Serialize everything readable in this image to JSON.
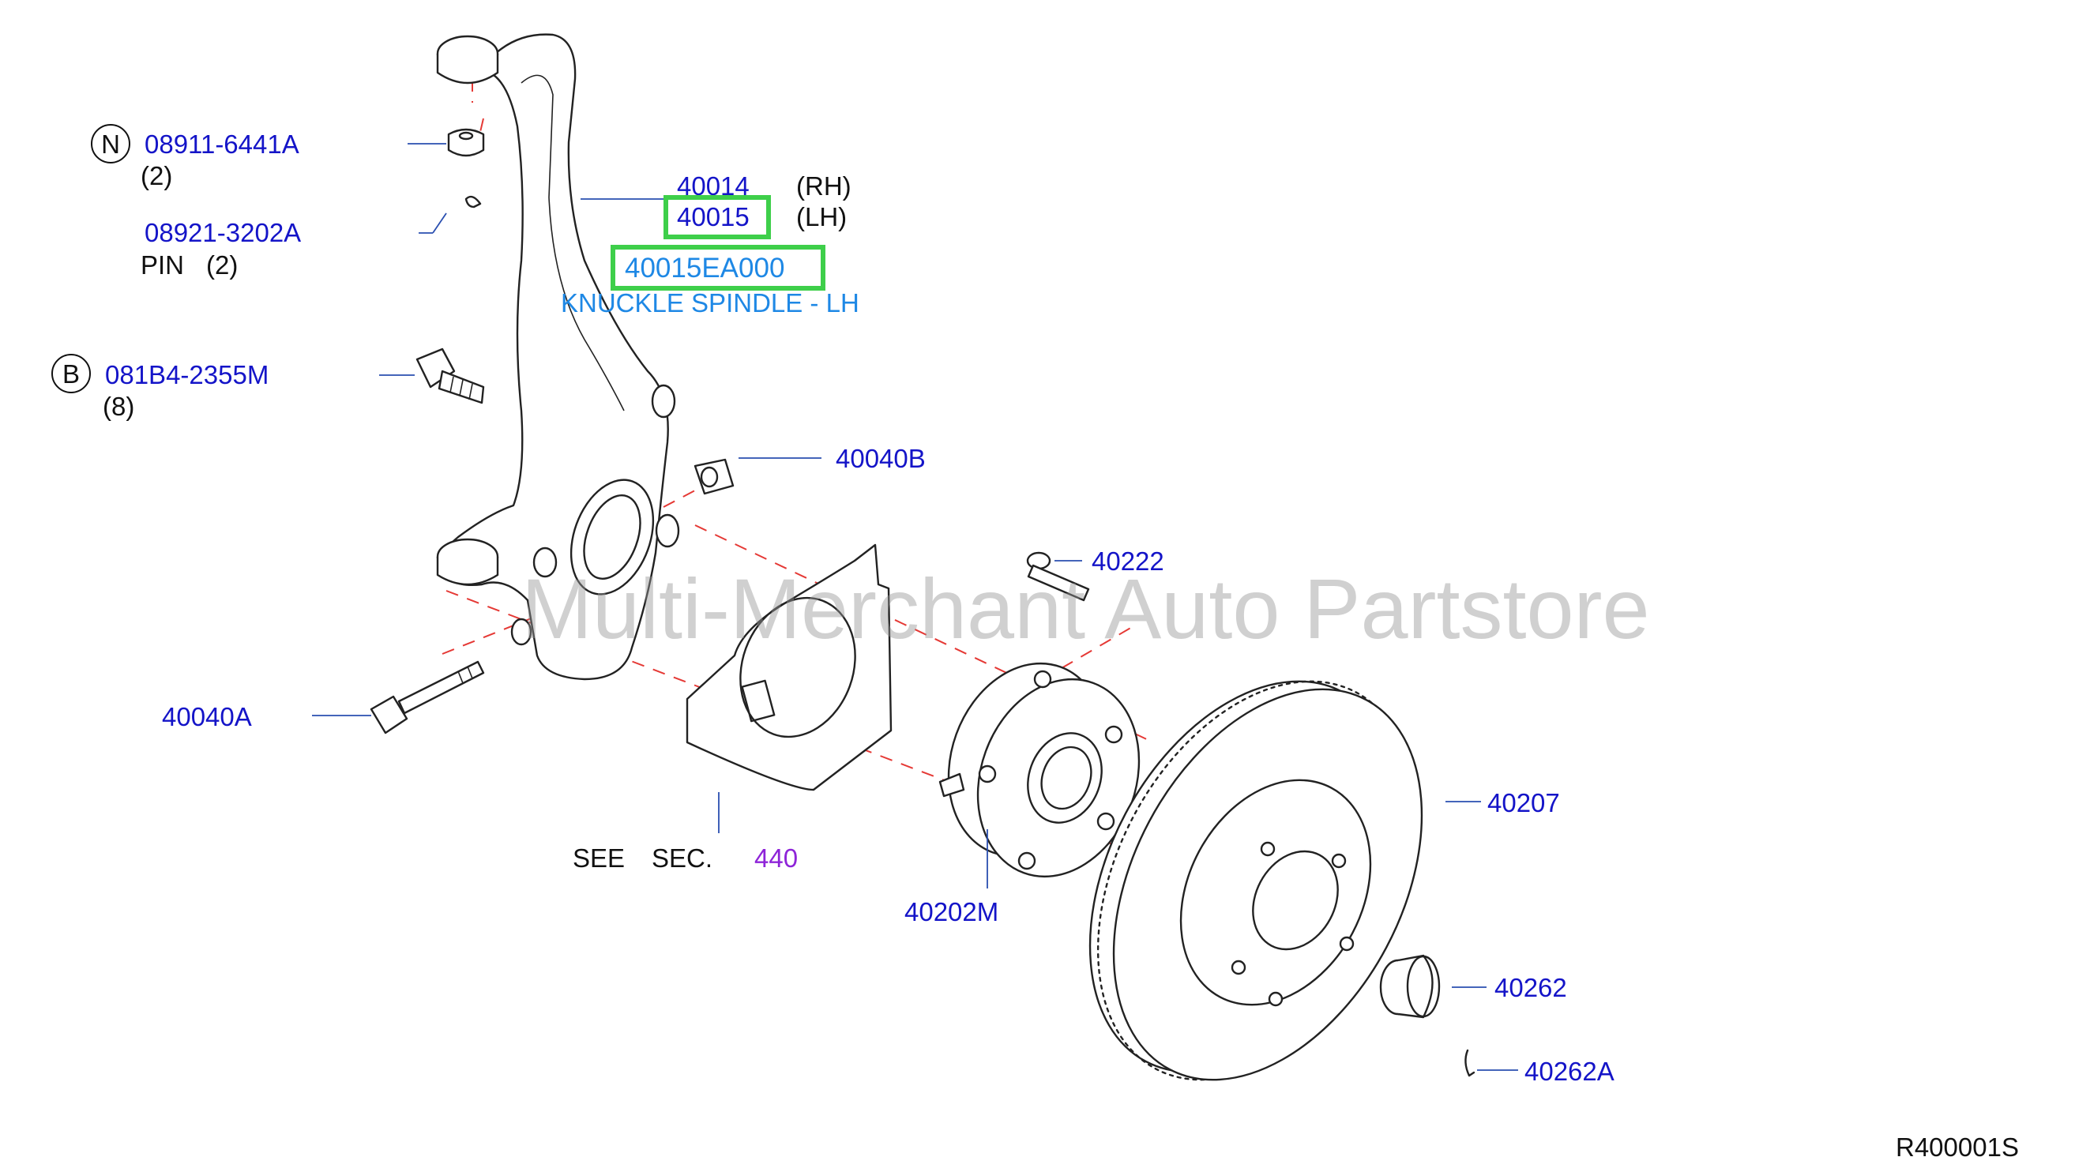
{
  "watermark": "Multi-Merchant Auto Partstore",
  "diagram_code": "R400001S",
  "highlight_color": "#3ecf4a",
  "label_color": "#1414c8",
  "parts": {
    "nut": {
      "circle_letter": "N",
      "number": "08911-6441A",
      "qty": "(2)"
    },
    "pin": {
      "number": "08921-3202A",
      "name": "PIN",
      "qty": "(2)"
    },
    "bolt_b": {
      "circle_letter": "B",
      "number": "081B4-2355M",
      "qty": "(8)"
    },
    "knuckle_rh": {
      "number": "40014",
      "side": "(RH)"
    },
    "knuckle_lh": {
      "number": "40015",
      "side": "(LH)"
    },
    "knuckle_spindle": {
      "number": "40015EA000",
      "description": "KNUCKLE SPINDLE - LH"
    },
    "bushing": {
      "number": "40040B"
    },
    "knuckle_bolt": {
      "number": "40040A"
    },
    "hub_bolt": {
      "number": "40222"
    },
    "disc_rotor": {
      "number": "40207"
    },
    "hub_assembly": {
      "number": "40202M"
    },
    "hub_cap": {
      "number": "40262"
    },
    "cap_clip": {
      "number": "40262A"
    },
    "backing_plate_ref": {
      "see": "SEE",
      "sec": "SEC.",
      "section": "440"
    }
  }
}
